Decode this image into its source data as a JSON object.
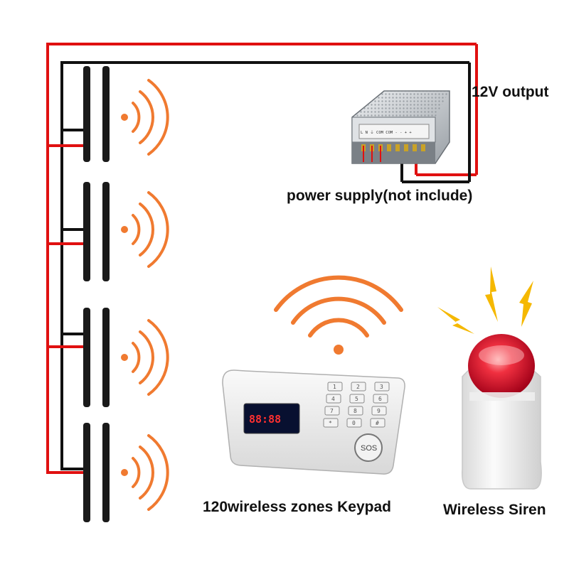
{
  "labels": {
    "output": "12V output",
    "power_supply": "power supply(not include)",
    "keypad": "120wireless zones Keypad",
    "siren": "Wireless Siren"
  },
  "keypad": {
    "lcd": "88:88",
    "keys": [
      "1",
      "2",
      "3",
      "4",
      "5",
      "6",
      "7",
      "8",
      "9",
      "*",
      "0",
      "#"
    ],
    "sos": "SOS"
  },
  "psu_terminals": "L N ⏚ COM COM - - + +",
  "colors": {
    "positive_wire": "#e01010",
    "negative_wire": "#111111",
    "signal_waves": "#f07a30",
    "siren_lens": "#e52030",
    "lightning": "#f5b800"
  },
  "detectors": [
    {
      "id": "beam-1"
    },
    {
      "id": "beam-2"
    },
    {
      "id": "beam-3"
    },
    {
      "id": "beam-4"
    }
  ]
}
